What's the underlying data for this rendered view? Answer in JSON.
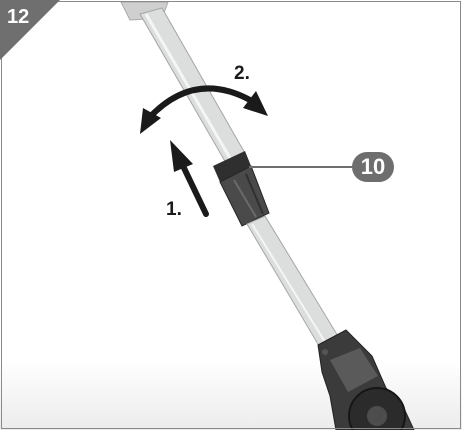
{
  "figure": {
    "number": "12",
    "callout_number": "10",
    "steps": {
      "push": "1.",
      "rotate": "2."
    }
  },
  "colors": {
    "tag_bg": "#6f6f6f",
    "callout_bg": "#6e6e6e",
    "arrow": "#1a1a1a",
    "tube": "#d9dadb",
    "housing": "#3b3b3b"
  }
}
